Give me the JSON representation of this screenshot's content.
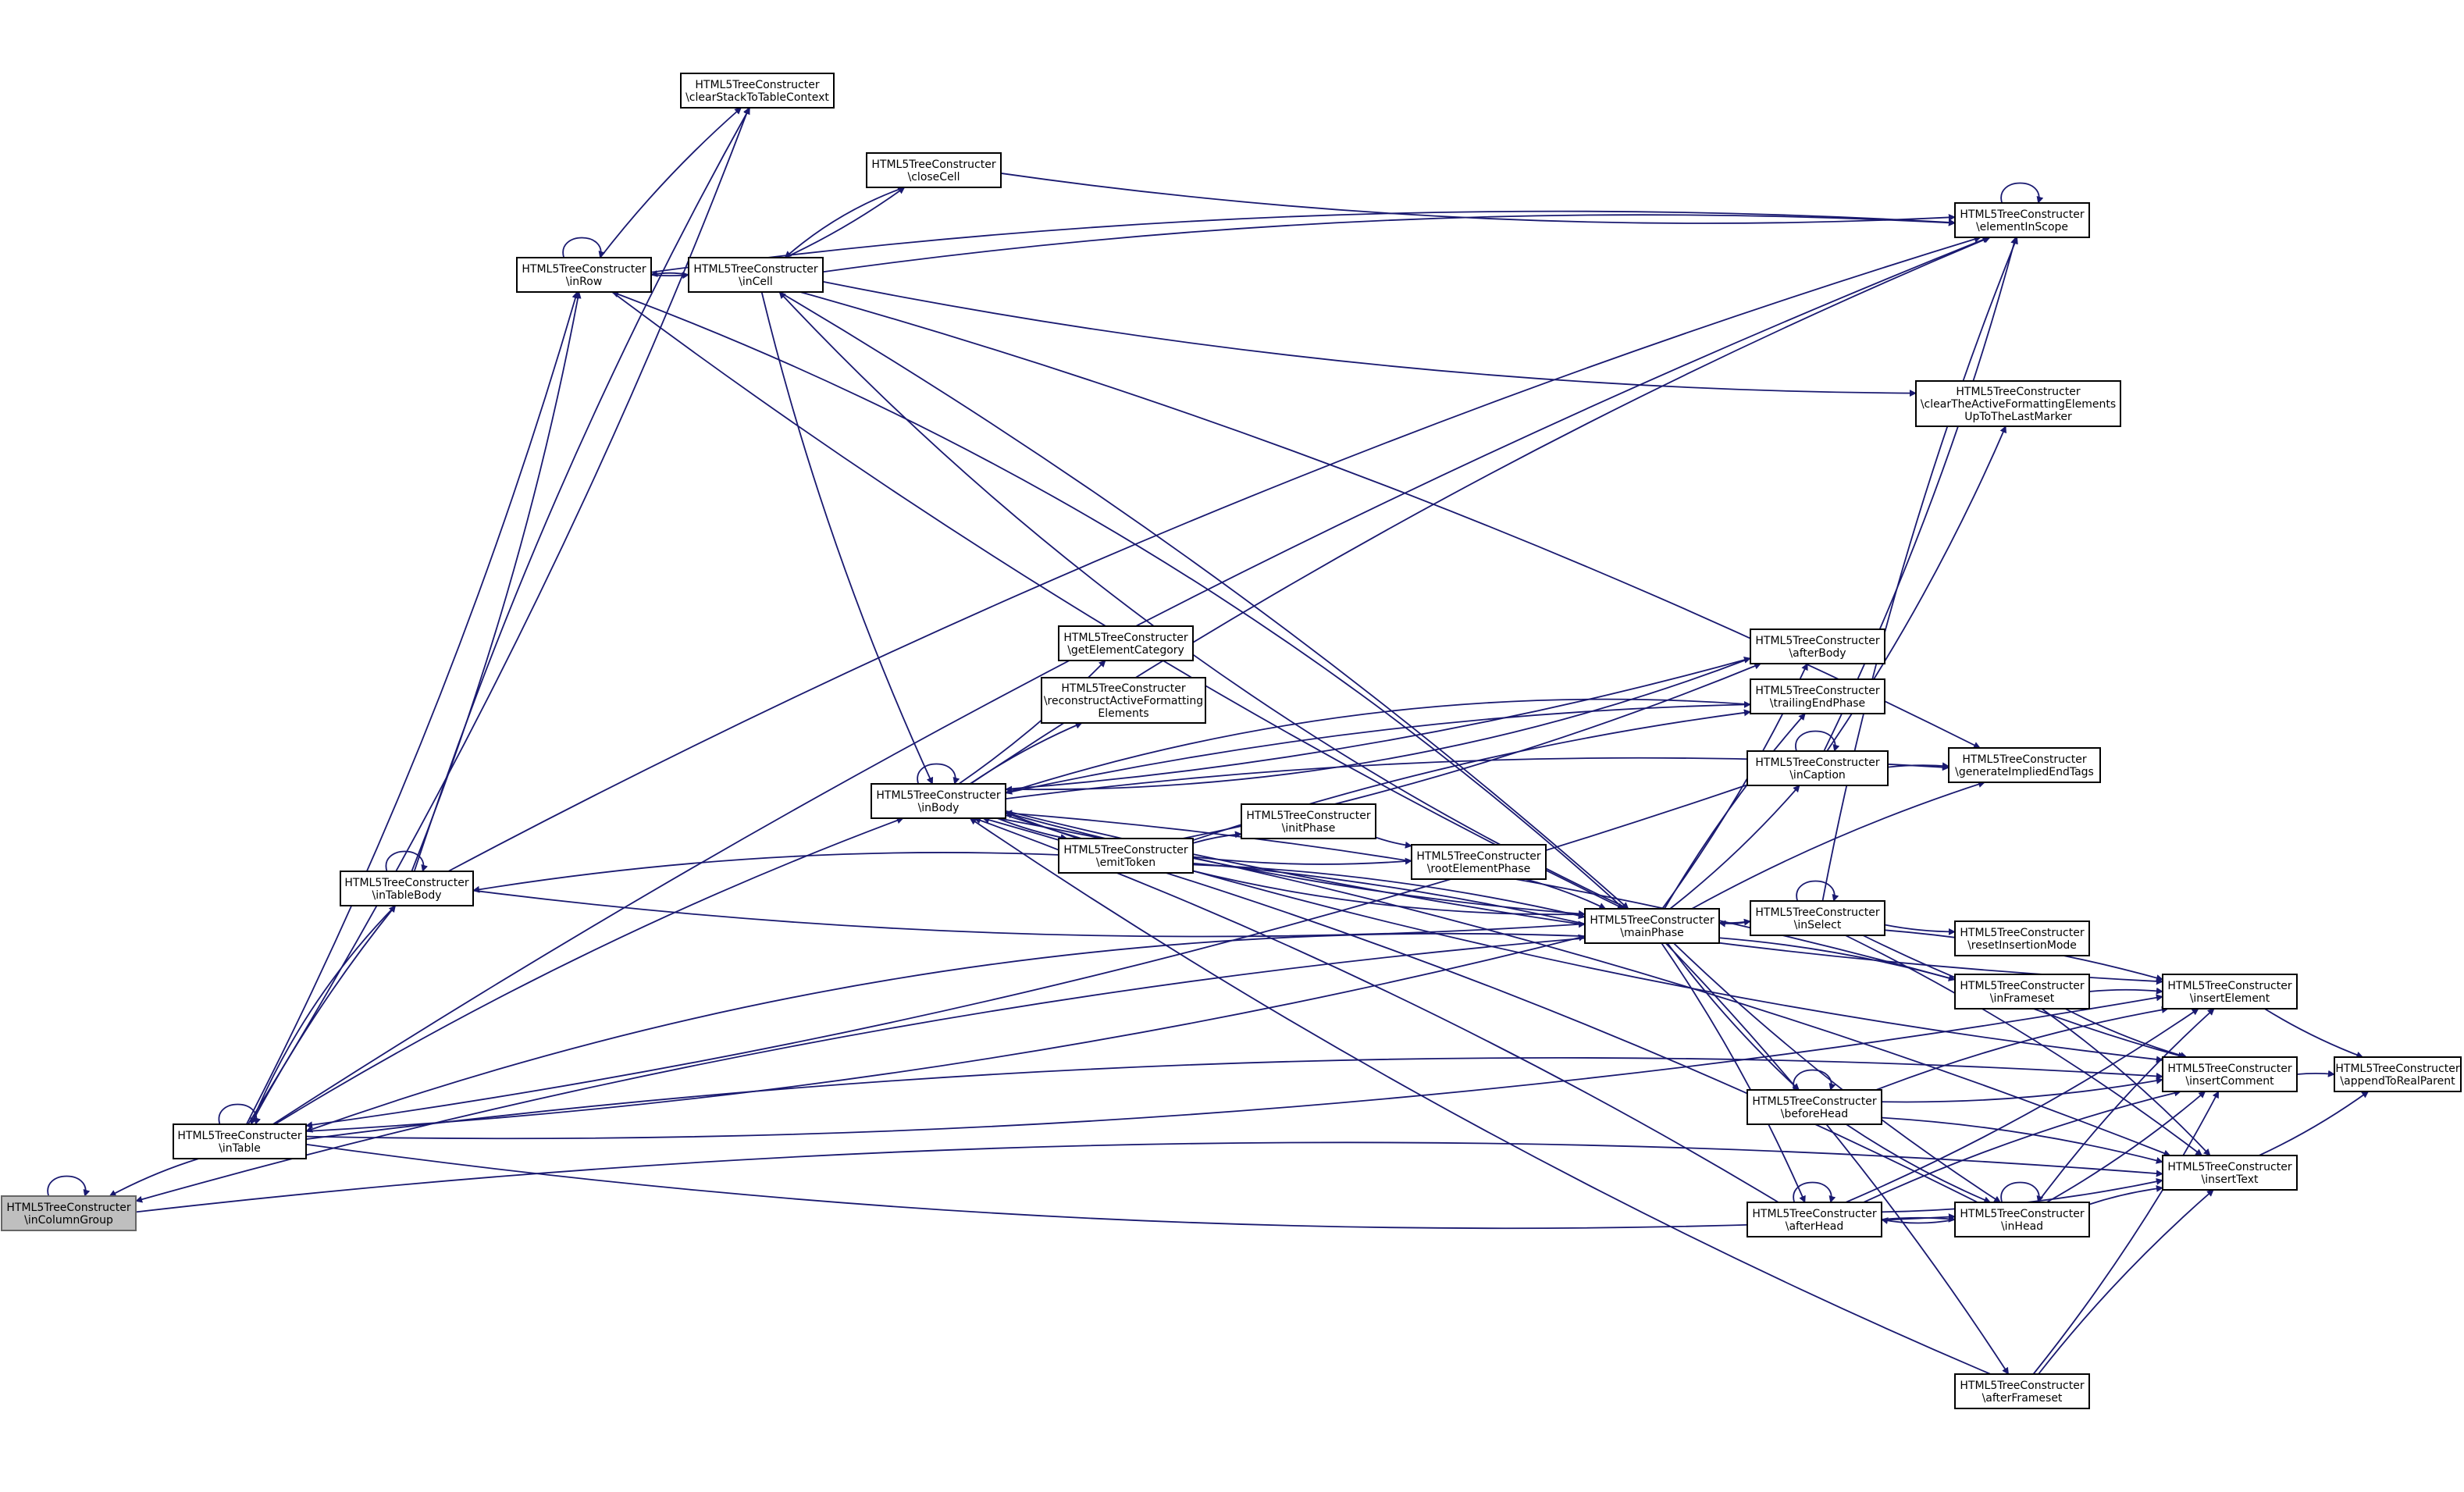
{
  "graph": {
    "type": "call-graph",
    "direction": "right-to-left",
    "colors": {
      "edge": "#191970",
      "node_border": "#000000",
      "node_fill": "#ffffff",
      "highlight_fill": "#bfbfbf"
    },
    "nodes": [
      {
        "id": "inColumnGroup",
        "lines": [
          "HTML5TreeConstructer",
          "\\inColumnGroup"
        ],
        "highlight": true
      },
      {
        "id": "inTable",
        "lines": [
          "HTML5TreeConstructer",
          "\\inTable"
        ]
      },
      {
        "id": "inTableBody",
        "lines": [
          "HTML5TreeConstructer",
          "\\inTableBody"
        ]
      },
      {
        "id": "inRow",
        "lines": [
          "HTML5TreeConstructer",
          "\\inRow"
        ]
      },
      {
        "id": "clearStack",
        "lines": [
          "HTML5TreeConstructer",
          "\\clearStackToTableContext"
        ]
      },
      {
        "id": "closeCell",
        "lines": [
          "HTML5TreeConstructer",
          "\\closeCell"
        ]
      },
      {
        "id": "inCell",
        "lines": [
          "HTML5TreeConstructer",
          "\\inCell"
        ]
      },
      {
        "id": "elementInScope",
        "lines": [
          "HTML5TreeConstructer",
          "\\elementInScope"
        ]
      },
      {
        "id": "clearActive",
        "lines": [
          "HTML5TreeConstructer",
          "\\clearTheActiveFormattingElements",
          "UpToTheLastMarker"
        ]
      },
      {
        "id": "inBody",
        "lines": [
          "HTML5TreeConstructer",
          "\\inBody"
        ]
      },
      {
        "id": "getElementCategory",
        "lines": [
          "HTML5TreeConstructer",
          "\\getElementCategory"
        ]
      },
      {
        "id": "reconstruct",
        "lines": [
          "HTML5TreeConstructer",
          "\\reconstructActiveFormatting",
          "Elements"
        ]
      },
      {
        "id": "emitToken",
        "lines": [
          "HTML5TreeConstructer",
          "\\emitToken"
        ]
      },
      {
        "id": "initPhase",
        "lines": [
          "HTML5TreeConstructer",
          "\\initPhase"
        ]
      },
      {
        "id": "rootElementPhase",
        "lines": [
          "HTML5TreeConstructer",
          "\\rootElementPhase"
        ]
      },
      {
        "id": "mainPhase",
        "lines": [
          "HTML5TreeConstructer",
          "\\mainPhase"
        ]
      },
      {
        "id": "afterBody",
        "lines": [
          "HTML5TreeConstructer",
          "\\afterBody"
        ]
      },
      {
        "id": "trailingEndPhase",
        "lines": [
          "HTML5TreeConstructer",
          "\\trailingEndPhase"
        ]
      },
      {
        "id": "inCaption",
        "lines": [
          "HTML5TreeConstructer",
          "\\inCaption"
        ]
      },
      {
        "id": "generateImplied",
        "lines": [
          "HTML5TreeConstructer",
          "\\generateImpliedEndTags"
        ]
      },
      {
        "id": "inSelect",
        "lines": [
          "HTML5TreeConstructer",
          "\\inSelect"
        ]
      },
      {
        "id": "resetInsertion",
        "lines": [
          "HTML5TreeConstructer",
          "\\resetInsertionMode"
        ]
      },
      {
        "id": "inFrameset",
        "lines": [
          "HTML5TreeConstructer",
          "\\inFrameset"
        ]
      },
      {
        "id": "insertElement",
        "lines": [
          "HTML5TreeConstructer",
          "\\insertElement"
        ]
      },
      {
        "id": "insertComment",
        "lines": [
          "HTML5TreeConstructer",
          "\\insertComment"
        ]
      },
      {
        "id": "appendToRealParent",
        "lines": [
          "HTML5TreeConstructer",
          "\\appendToRealParent"
        ]
      },
      {
        "id": "beforeHead",
        "lines": [
          "HTML5TreeConstructer",
          "\\beforeHead"
        ]
      },
      {
        "id": "insertText",
        "lines": [
          "HTML5TreeConstructer",
          "\\insertText"
        ]
      },
      {
        "id": "afterHead",
        "lines": [
          "HTML5TreeConstructer",
          "\\afterHead"
        ]
      },
      {
        "id": "inHead",
        "lines": [
          "HTML5TreeConstructer",
          "\\inHead"
        ]
      },
      {
        "id": "afterFrameset",
        "lines": [
          "HTML5TreeConstructer",
          "\\afterFrameset"
        ]
      }
    ],
    "edges": [
      [
        "inColumnGroup",
        "inColumnGroup"
      ],
      [
        "inTable",
        "inColumnGroup"
      ],
      [
        "inColumnGroup",
        "insertText"
      ],
      [
        "mainPhase",
        "inColumnGroup"
      ],
      [
        "inTable",
        "inTable"
      ],
      [
        "inTable",
        "clearStack"
      ],
      [
        "inTable",
        "inTableBody"
      ],
      [
        "inTable",
        "inRow"
      ],
      [
        "inTable",
        "elementInScope"
      ],
      [
        "inTable",
        "insertElement"
      ],
      [
        "inTable",
        "inBody"
      ],
      [
        "inTable",
        "mainPhase"
      ],
      [
        "inTable",
        "insertComment"
      ],
      [
        "inTable",
        "inHead"
      ],
      [
        "inTableBody",
        "inTable"
      ],
      [
        "inTableBody",
        "inTableBody"
      ],
      [
        "inTableBody",
        "clearStack"
      ],
      [
        "inTableBody",
        "inRow"
      ],
      [
        "inTableBody",
        "elementInScope"
      ],
      [
        "inTableBody",
        "mainPhase"
      ],
      [
        "mainPhase",
        "inTableBody"
      ],
      [
        "inRow",
        "inRow"
      ],
      [
        "inRow",
        "clearStack"
      ],
      [
        "inRow",
        "inCell"
      ],
      [
        "inRow",
        "elementInScope"
      ],
      [
        "inRow",
        "mainPhase"
      ],
      [
        "inCell",
        "inRow"
      ],
      [
        "inCell",
        "closeCell"
      ],
      [
        "closeCell",
        "inCell"
      ],
      [
        "closeCell",
        "elementInScope"
      ],
      [
        "inCell",
        "elementInScope"
      ],
      [
        "inCell",
        "clearActive"
      ],
      [
        "inCell",
        "generateImplied"
      ],
      [
        "inCell",
        "inBody"
      ],
      [
        "inCell",
        "mainPhase"
      ],
      [
        "elementInScope",
        "elementInScope"
      ],
      [
        "inBody",
        "inBody"
      ],
      [
        "inBody",
        "getElementCategory"
      ],
      [
        "inBody",
        "reconstruct"
      ],
      [
        "inBody",
        "emitToken"
      ],
      [
        "inBody",
        "elementInScope"
      ],
      [
        "inBody",
        "insertElement"
      ],
      [
        "inBody",
        "insertText"
      ],
      [
        "inBody",
        "insertComment"
      ],
      [
        "inBody",
        "generateImplied"
      ],
      [
        "inBody",
        "afterBody"
      ],
      [
        "inBody",
        "trailingEndPhase"
      ],
      [
        "inBody",
        "mainPhase"
      ],
      [
        "emitToken",
        "initPhase"
      ],
      [
        "emitToken",
        "rootElementPhase"
      ],
      [
        "emitToken",
        "mainPhase"
      ],
      [
        "emitToken",
        "afterBody"
      ],
      [
        "emitToken",
        "trailingEndPhase"
      ],
      [
        "initPhase",
        "rootElementPhase"
      ],
      [
        "rootElementPhase",
        "mainPhase"
      ],
      [
        "mainPhase",
        "inBody"
      ],
      [
        "mainPhase",
        "inTable"
      ],
      [
        "mainPhase",
        "inCell"
      ],
      [
        "mainPhase",
        "inRow"
      ],
      [
        "mainPhase",
        "afterBody"
      ],
      [
        "mainPhase",
        "trailingEndPhase"
      ],
      [
        "mainPhase",
        "inCaption"
      ],
      [
        "mainPhase",
        "generateImplied"
      ],
      [
        "mainPhase",
        "inSelect"
      ],
      [
        "mainPhase",
        "inFrameset"
      ],
      [
        "mainPhase",
        "beforeHead"
      ],
      [
        "mainPhase",
        "afterHead"
      ],
      [
        "mainPhase",
        "inHead"
      ],
      [
        "mainPhase",
        "afterFrameset"
      ],
      [
        "afterBody",
        "inBody"
      ],
      [
        "trailingEndPhase",
        "inBody"
      ],
      [
        "inCaption",
        "inCaption"
      ],
      [
        "inCaption",
        "inTable"
      ],
      [
        "inCaption",
        "elementInScope"
      ],
      [
        "inCaption",
        "generateImplied"
      ],
      [
        "inCaption",
        "clearActive"
      ],
      [
        "inSelect",
        "inSelect"
      ],
      [
        "inSelect",
        "mainPhase"
      ],
      [
        "inSelect",
        "elementInScope"
      ],
      [
        "inSelect",
        "resetInsertion"
      ],
      [
        "inSelect",
        "insertElement"
      ],
      [
        "inSelect",
        "insertComment"
      ],
      [
        "inSelect",
        "insertText"
      ],
      [
        "inFrameset",
        "inBody"
      ],
      [
        "inFrameset",
        "insertElement"
      ],
      [
        "inFrameset",
        "insertComment"
      ],
      [
        "inFrameset",
        "insertText"
      ],
      [
        "beforeHead",
        "beforeHead"
      ],
      [
        "beforeHead",
        "insertElement"
      ],
      [
        "beforeHead",
        "insertComment"
      ],
      [
        "beforeHead",
        "insertText"
      ],
      [
        "beforeHead",
        "inHead"
      ],
      [
        "afterHead",
        "afterHead"
      ],
      [
        "afterHead",
        "inBody"
      ],
      [
        "afterHead",
        "inHead"
      ],
      [
        "afterHead",
        "insertElement"
      ],
      [
        "afterHead",
        "insertComment"
      ],
      [
        "afterHead",
        "insertText"
      ],
      [
        "inHead",
        "inHead"
      ],
      [
        "inHead",
        "afterHead"
      ],
      [
        "inHead",
        "insertElement"
      ],
      [
        "inHead",
        "insertComment"
      ],
      [
        "inHead",
        "insertText"
      ],
      [
        "inHead",
        "inBody"
      ],
      [
        "afterFrameset",
        "inBody"
      ],
      [
        "afterFrameset",
        "insertComment"
      ],
      [
        "afterFrameset",
        "insertText"
      ],
      [
        "insertElement",
        "appendToRealParent"
      ],
      [
        "insertComment",
        "appendToRealParent"
      ],
      [
        "insertText",
        "appendToRealParent"
      ]
    ]
  }
}
